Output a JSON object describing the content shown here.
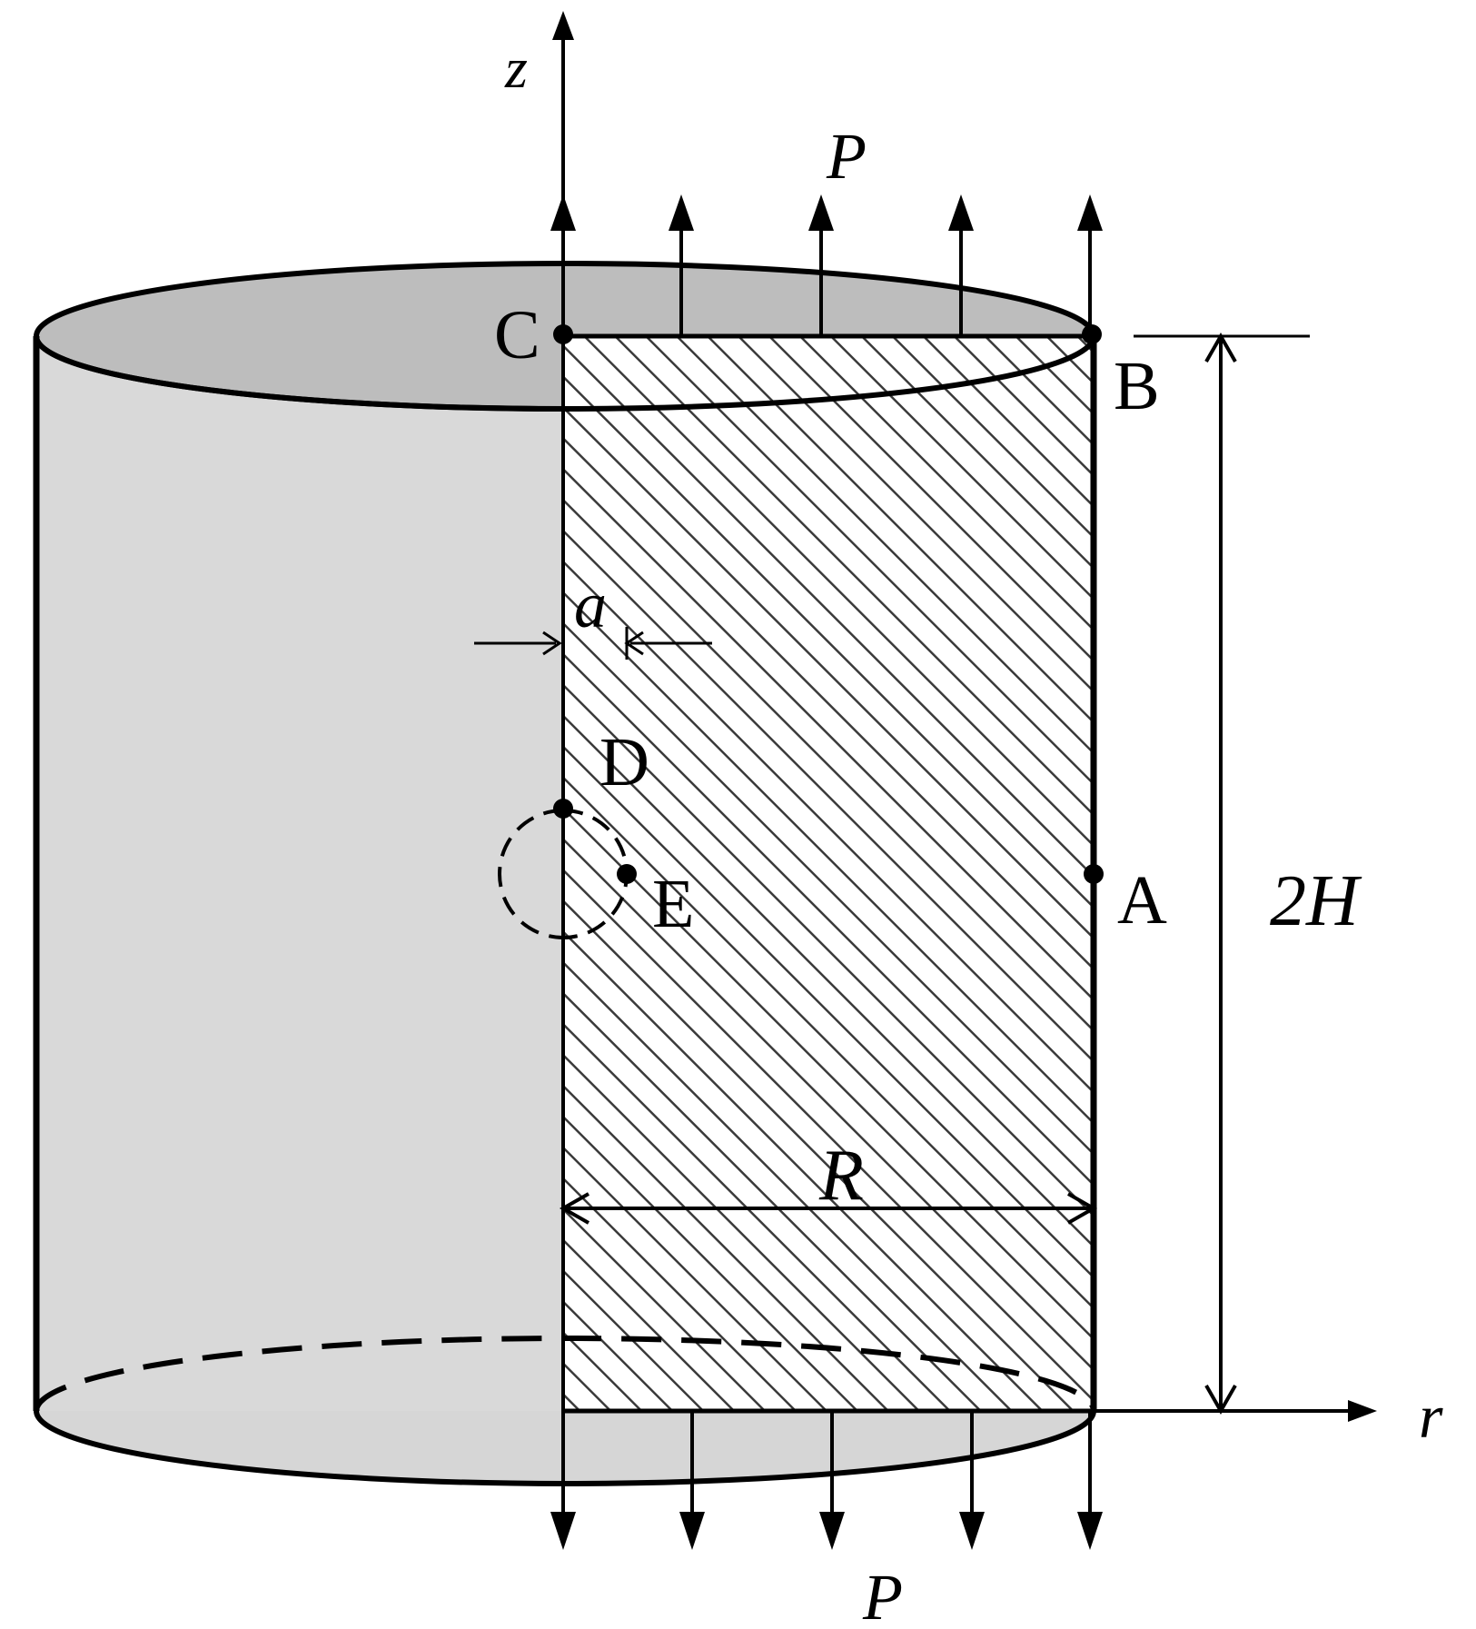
{
  "labels": {
    "z_axis": "z",
    "r_axis": "r",
    "load_top": "P",
    "load_bottom": "P",
    "point_a": "A",
    "point_b": "B",
    "point_c": "C",
    "point_d": "D",
    "point_e": "E",
    "dim_a": "a",
    "dim_radius": "R",
    "dim_height": "2H"
  },
  "colors": {
    "stroke": "#000000",
    "cylinder_fill": "#d9d9d9",
    "top_face_fill": "#bdbdbd",
    "hatch": "#3a3a3a",
    "background": "#ffffff"
  }
}
